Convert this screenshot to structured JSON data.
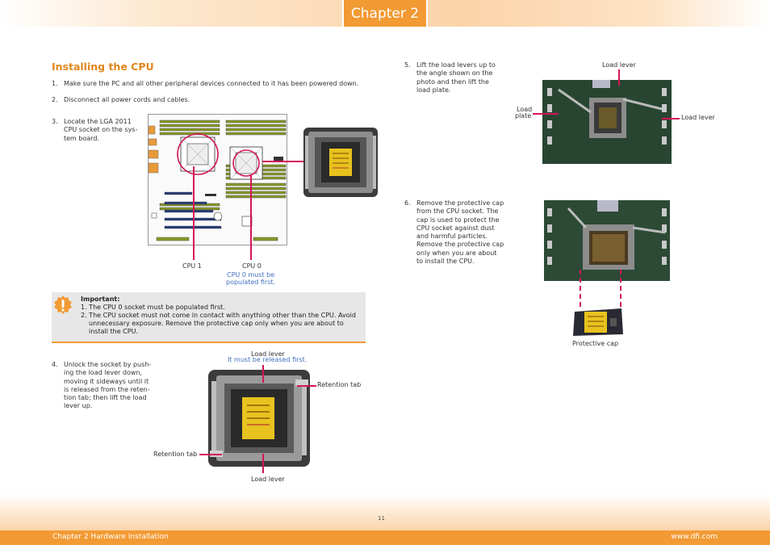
{
  "header": {
    "chapter": "Chapter 2"
  },
  "section": {
    "title": "Installing the CPU"
  },
  "steps": {
    "s1": {
      "num": "1.",
      "text": "Make sure the PC and all other peripheral devices connected to it has been powered down."
    },
    "s2": {
      "num": "2.",
      "text": "Disconnect all power cords and cables."
    },
    "s3": {
      "num": "3.",
      "lines": [
        "Locate the LGA 2011",
        "CPU socket on the sys-",
        "tem board."
      ]
    },
    "s4": {
      "num": "4.",
      "lines": [
        "Unlock the socket by push-",
        "ing the load lever down,",
        "moving it sideways until it",
        "is released from the reten-",
        "tion tab; then lift the load",
        "lever up."
      ]
    },
    "s5": {
      "num": "5.",
      "lines": [
        "Lift the load levers up to",
        "the angle shown on the",
        "photo and then lift the",
        "load plate."
      ]
    },
    "s6": {
      "num": "6.",
      "lines": [
        "Remove the protective cap",
        "from the CPU socket. The",
        "cap is used to protect the",
        "CPU socket against dust",
        "and harmful particles.",
        "Remove the protective cap",
        "only when you are about",
        "to install the CPU."
      ]
    }
  },
  "board_labels": {
    "cpu1": "CPU 1",
    "cpu0": "CPU 0",
    "cpu0_note_1": "CPU 0 must be",
    "cpu0_note_2": "populated first."
  },
  "important": {
    "heading": "Important:",
    "item1": "1. The CPU 0 socket must be populated first.",
    "item2_lines": [
      "2. The CPU socket must not come in contact with anything other than the CPU. Avoid",
      "unnecessary exposure. Remove the protective cap only when you are about to",
      "install the CPU."
    ]
  },
  "step4_photo_labels": {
    "load_lever_top": "Load lever",
    "release_note": "It must be released first.",
    "retention_tab_right": "Retention tab",
    "retention_tab_left": "Retention tab",
    "load_lever_bottom": "Load lever"
  },
  "step5_photo_labels": {
    "load_lever_top": "Load lever",
    "load_plate_1": "Load",
    "load_plate_2": "plate",
    "load_lever_right": "Load lever"
  },
  "step6_photo_labels": {
    "protective_cap": "Protective cap"
  },
  "footer": {
    "left": "Chapter 2 Hardware Installation",
    "right": "www.dfi.com",
    "page": "11"
  },
  "colors": {
    "accent_orange": "#f29a33",
    "title_orange": "#e0861d",
    "callout_pink": "#d4145a",
    "note_blue": "#3f6fc0",
    "important_bg": "#e7e7e7"
  },
  "icons": {
    "warning": "exclamation-badge-icon"
  }
}
